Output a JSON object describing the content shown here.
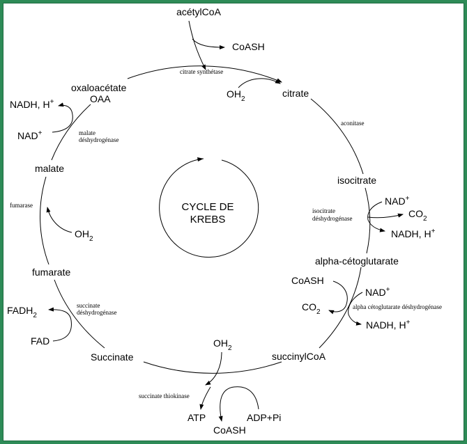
{
  "metabolites": {
    "acetylcoa": "acétylCoA",
    "coash_top": "CoASH",
    "oxaloacetate": "oxaloacétate",
    "oaa": "OAA",
    "citrate": "citrate",
    "isocitrate": "isocitrate",
    "alpha_ketoglutarate": "alpha-cétoglutarate",
    "succinylcoa": "succinylCoA",
    "succinate": "Succinate",
    "fumarate": "fumarate",
    "malate": "malate"
  },
  "cofactors": {
    "nadh_malate": "NADH, H",
    "nadh_malate_sup": "+",
    "nad_malate": "NAD",
    "nad_malate_sup": "+",
    "oh2_citrate_main": "OH",
    "oh2_citrate_sub": "2",
    "oh2_fumarase_main": "OH",
    "oh2_fumarase_sub": "2",
    "oh2_thiokinase_main": "OH",
    "oh2_thiokinase_sub": "2",
    "nad_isocitrate": "NAD",
    "nad_isocitrate_sup": "+",
    "co2_isocitrate_main": "CO",
    "co2_isocitrate_sub": "2",
    "nadh_isocitrate": "NADH, H",
    "nadh_isocitrate_sup": "+",
    "coash_akg": "CoASH",
    "nad_akg": "NAD",
    "nad_akg_sup": "+",
    "co2_akg_main": "CO",
    "co2_akg_sub": "2",
    "nadh_akg": "NADH, H",
    "nadh_akg_sup": "+",
    "fadh2_main": "FADH",
    "fadh2_sub": "2",
    "fad": "FAD",
    "atp": "ATP",
    "coash_bottom": "CoASH",
    "adp_pi": "ADP+Pi"
  },
  "enzymes": {
    "citrate_synthase": "citrate synthétase",
    "aconitase": "aconitase",
    "isocitrate_dh_1": "isocitrate",
    "isocitrate_dh_2": "déshydrogénase",
    "akg_dh": "alpha cétoglutarate déshydrogénase",
    "succinate_thiokinase": "succinate thiokinase",
    "succinate_dh_1": "succinate",
    "succinate_dh_2": "déshydrogénase",
    "fumarase": "fumarase",
    "malate_dh_1": "malate",
    "malate_dh_2": "déshydrogénase"
  },
  "center": {
    "line1": "CYCLE DE",
    "line2": "KREBS"
  },
  "colors": {
    "frame": "#2e8b57",
    "ink": "#000000",
    "background": "#ffffff"
  }
}
